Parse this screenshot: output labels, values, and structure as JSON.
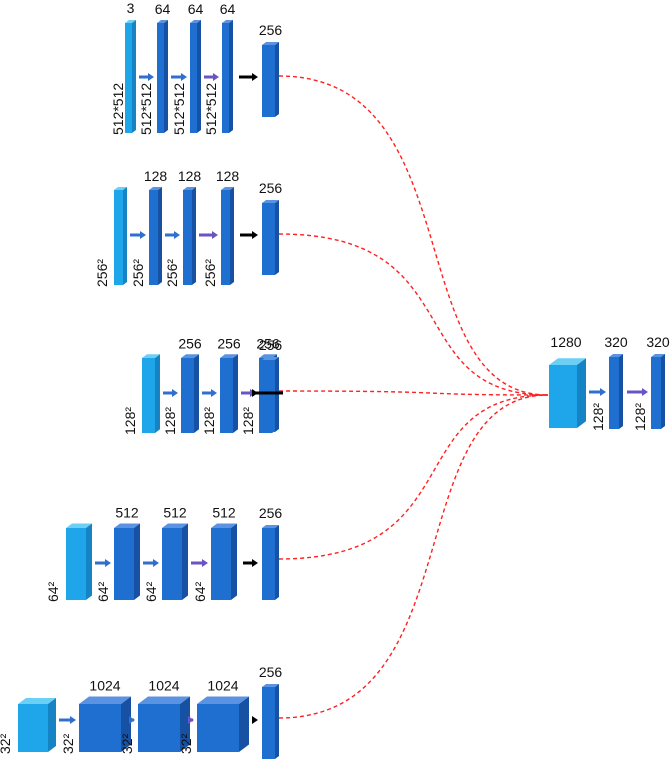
{
  "colors": {
    "input_front": "#1fa5ea",
    "input_top": "#6ccff6",
    "input_side": "#1583c4",
    "block_front": "#1f6fd0",
    "block_top": "#5b93e3",
    "block_side": "#1751a3",
    "arrow_conv": "#2f6fcf",
    "arrow_mid": "#6a54c4",
    "arrow_out": "#000000",
    "connector": "#ff2020"
  },
  "rows": [
    {
      "name": "row-1",
      "input_channels": "3",
      "input_size": "512*512",
      "stages": [
        {
          "channels": "64",
          "size": "512*512"
        },
        {
          "channels": "64",
          "size": "512*512"
        },
        {
          "channels": "64",
          "size": "512*512"
        }
      ],
      "output_channels": "256"
    },
    {
      "name": "row-2",
      "input_channels": "",
      "input_size": "256²",
      "stages": [
        {
          "channels": "128",
          "size": "256²"
        },
        {
          "channels": "128",
          "size": "256²"
        },
        {
          "channels": "128",
          "size": "256²"
        }
      ],
      "output_channels": "256"
    },
    {
      "name": "row-3",
      "input_channels": "",
      "input_size": "128²",
      "stages": [
        {
          "channels": "256",
          "size": "128²"
        },
        {
          "channels": "256",
          "size": "128²"
        },
        {
          "channels": "256",
          "size": "128²"
        }
      ],
      "output_channels": "256"
    },
    {
      "name": "row-4",
      "input_channels": "",
      "input_size": "64²",
      "stages": [
        {
          "channels": "512",
          "size": "64²"
        },
        {
          "channels": "512",
          "size": "64²"
        },
        {
          "channels": "512",
          "size": "64²"
        }
      ],
      "output_channels": "256"
    },
    {
      "name": "row-5",
      "input_channels": "",
      "input_size": "32²",
      "stages": [
        {
          "channels": "1024",
          "size": "32²"
        },
        {
          "channels": "1024",
          "size": "32²"
        },
        {
          "channels": "1024",
          "size": "32²"
        }
      ],
      "output_channels": "256"
    }
  ],
  "fusion": {
    "concat_channels": "1280",
    "stages": [
      {
        "channels": "320",
        "size": "128²"
      },
      {
        "channels": "320",
        "size": "128²"
      }
    ]
  }
}
